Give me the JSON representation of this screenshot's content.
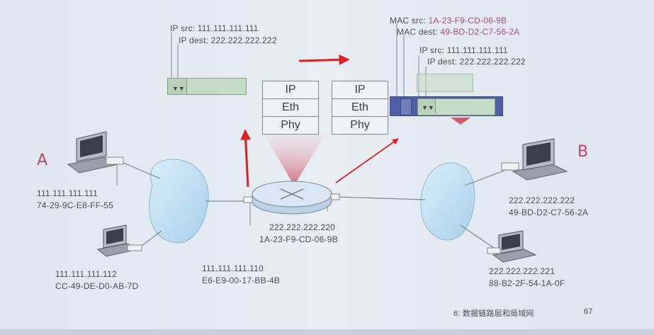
{
  "labels": {
    "node_a": "A",
    "node_b": "B"
  },
  "headers": {
    "left_ip_src": "IP src: 111.111.111.111",
    "left_ip_dest": "IP dest: 222.222.222.222",
    "mac_src_label": "MAC src:",
    "mac_src_value": "1A-23-F9-CD-06-9B",
    "mac_dest_label": "MAC dest:",
    "mac_dest_value": "49-BD-D2-C7-56-2A",
    "right_ip_src": "IP src: 111.111.111.111",
    "right_ip_dest": "IP dest: 222.222.222.222"
  },
  "router_stacks": {
    "left": [
      "IP",
      "Eth",
      "Phy"
    ],
    "right": [
      "IP",
      "Eth",
      "Phy"
    ]
  },
  "hosts": {
    "a1_ip": "111.111.111.111",
    "a1_mac": "74-29-9C-E8-FF-55",
    "a2_ip": "111.111.111.112",
    "a2_mac": "CC-49-DE-D0-AB-7D",
    "router_left_ip": "111.111.111.110",
    "router_left_mac": "E6-E9-00-17-BB-4B",
    "router_right_ip": "222.222.222.220",
    "router_right_mac": "1A-23-F9-CD-06-9B",
    "b1_ip": "222.222.222.222",
    "b1_mac": "49-BD-D2-C7-56-2A",
    "b2_ip": "222.222.222.221",
    "b2_mac": "88-B2-2F-54-1A-0F"
  },
  "footer": {
    "chapter": "6: 数据链路层和局域网",
    "page": "67"
  },
  "colors": {
    "arrow": "#e02020",
    "frame_header": "#5a6aa8",
    "packet": "#c3dcc3",
    "cloud": "#c6e2f4"
  }
}
